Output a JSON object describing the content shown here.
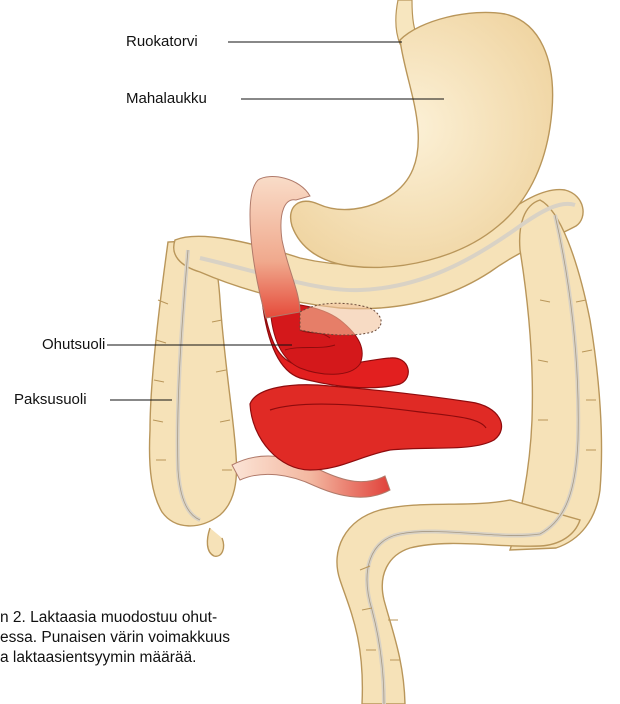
{
  "labels": {
    "esophagus": "Ruokatorvi",
    "stomach": "Mahalaukku",
    "small_intestine": "Ohutsuoli",
    "large_intestine": "Paksusuoli"
  },
  "caption": {
    "line1": "n 2. Laktaasia muodostuu ohut-",
    "line2": "essa. Punaisen värin voimakkuus",
    "line3": "a laktaasientsyymin määrää."
  },
  "colors": {
    "colon_fill": "#f6e2b8",
    "colon_stroke": "#b9965a",
    "stomach_fill": "#f7e6bf",
    "intestine_red": "#e21f1f",
    "intestine_dark": "#b80f12",
    "duodenum_pink": "#f3b7a0",
    "leader_line": "#111111"
  }
}
